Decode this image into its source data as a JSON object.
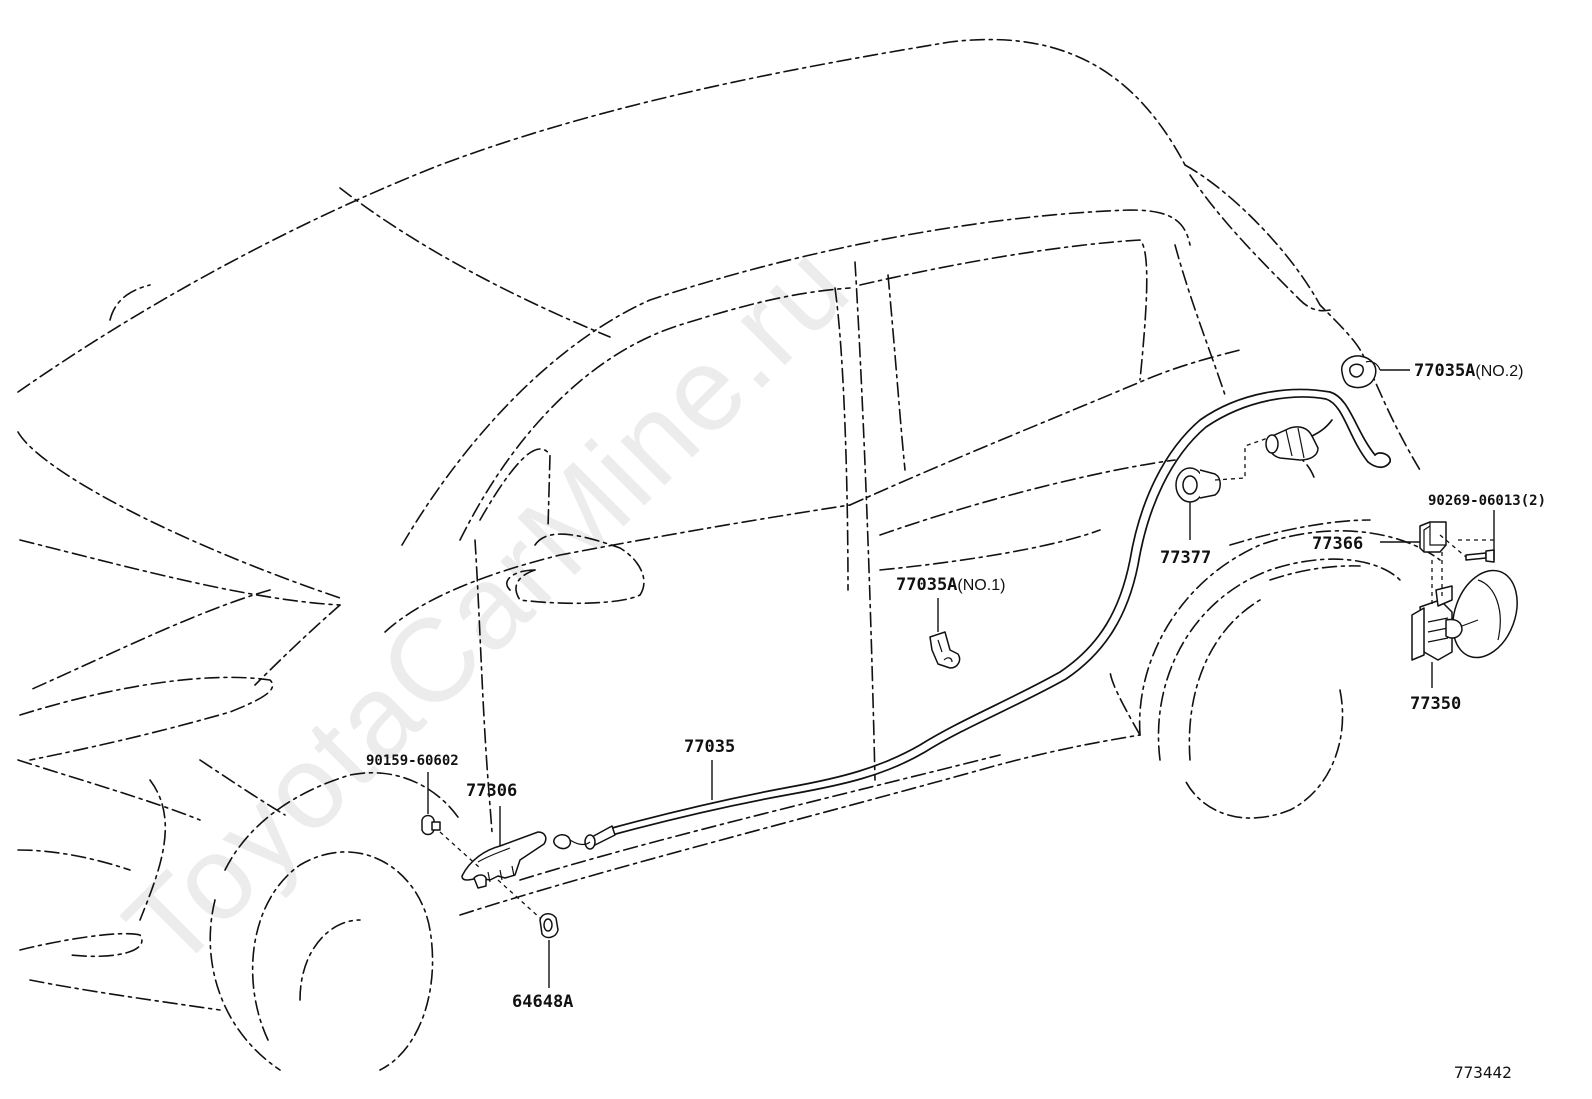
{
  "watermark": "ToyotaCarMine.ru",
  "figure_number": "773442",
  "callouts": {
    "p77035a_no2": {
      "code": "77035A",
      "suffix": "(NO.2)"
    },
    "p90269": {
      "code": "90269-06013(2)"
    },
    "p77366": {
      "code": "77366"
    },
    "p77377": {
      "code": "77377"
    },
    "p77035a_no1": {
      "code": "77035A",
      "suffix": "(NO.1)"
    },
    "p77350": {
      "code": "77350"
    },
    "p77035": {
      "code": "77035"
    },
    "p90159": {
      "code": "90159-60602"
    },
    "p77306": {
      "code": "77306"
    },
    "p64648a": {
      "code": "64648A"
    }
  }
}
